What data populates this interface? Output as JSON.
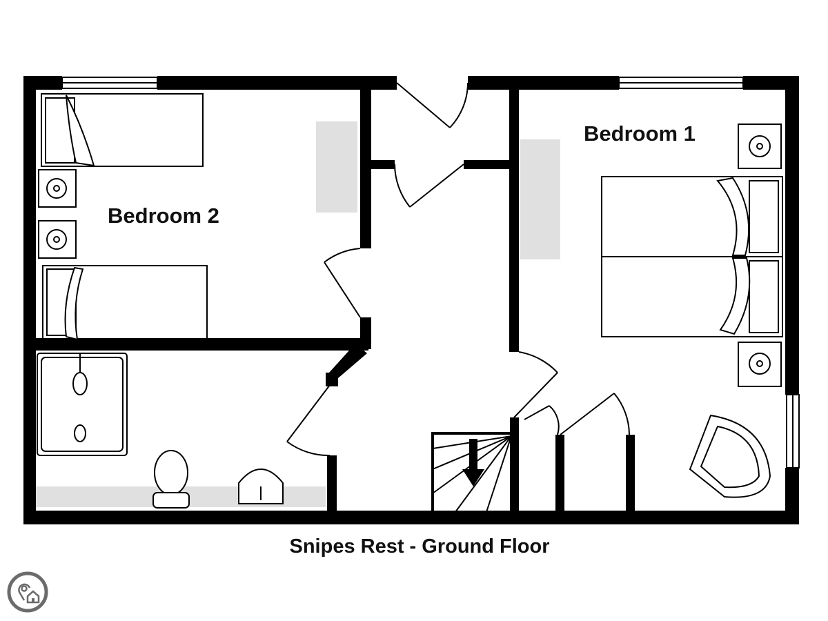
{
  "plan": {
    "title": "Snipes Rest - Ground Floor",
    "rooms": [
      {
        "label": "Bedroom 1"
      },
      {
        "label": "Bedroom 2"
      }
    ]
  },
  "icons": {
    "badge": "location-home-icon"
  },
  "colors": {
    "wall": "#000000",
    "fixture_fill": "#e0e0e0",
    "badge": "#6b6b6b"
  }
}
